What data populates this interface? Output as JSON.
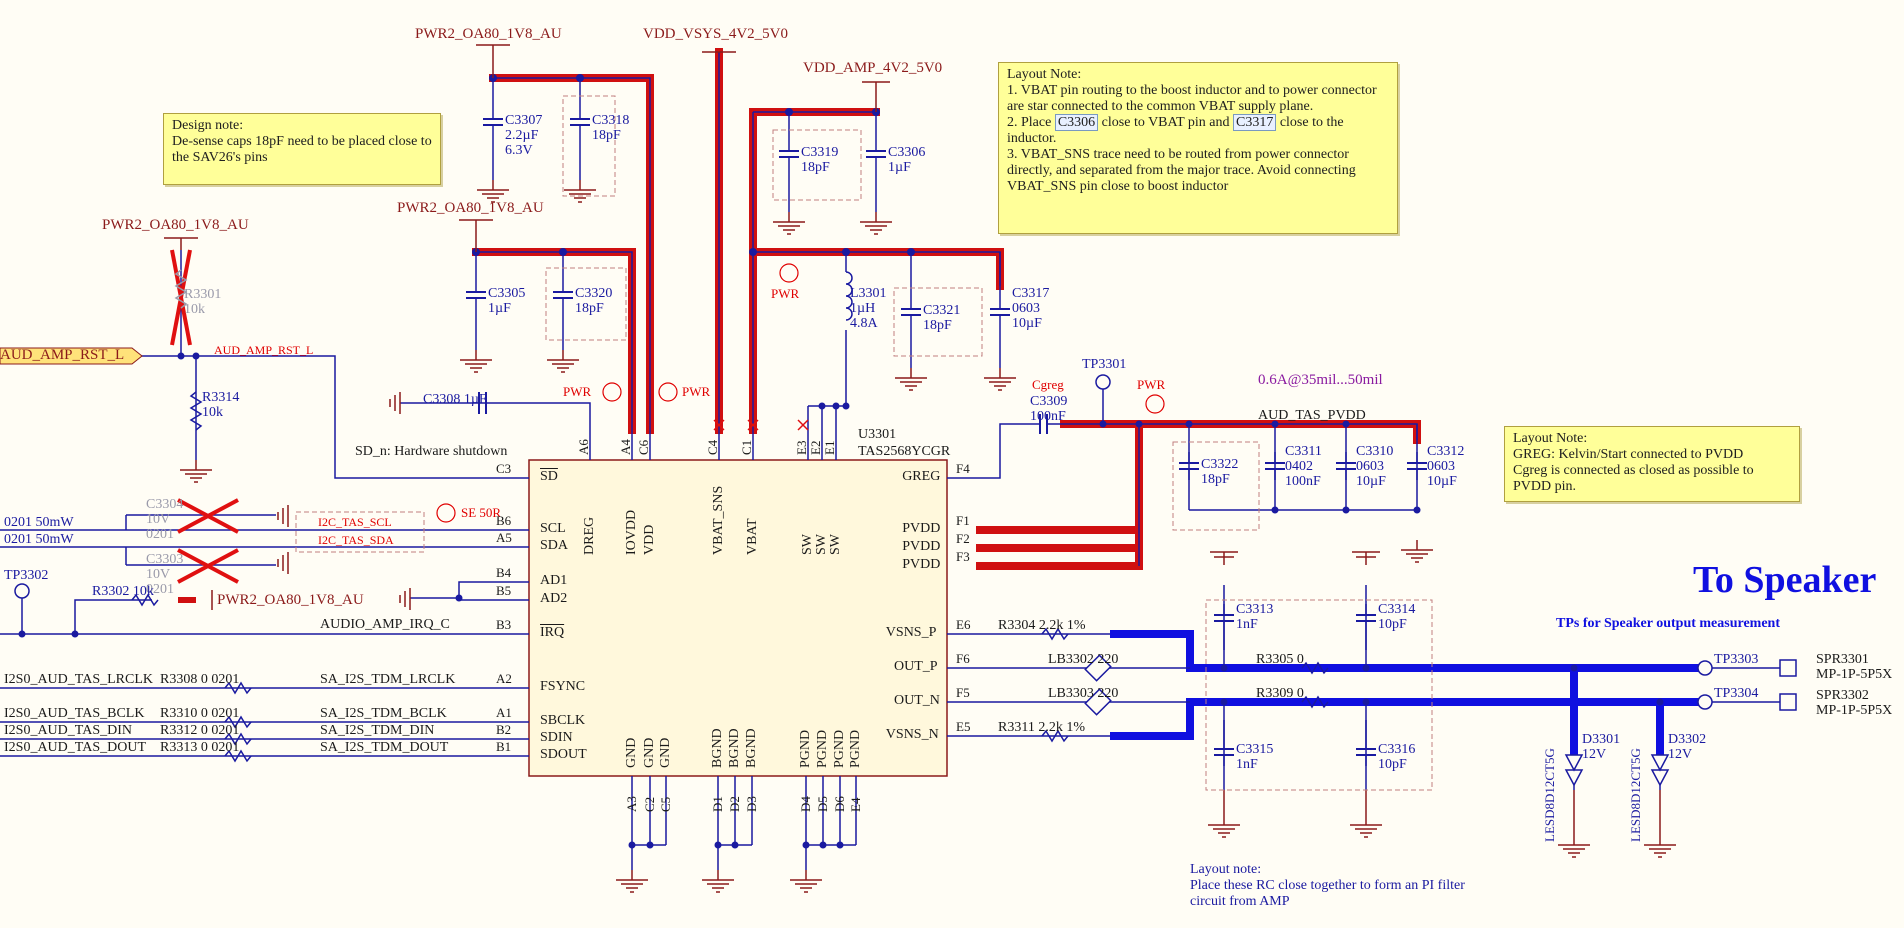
{
  "nets": {
    "pwr_oa80_top": "PWR2_OA80_1V8_AU",
    "vdd_vsys": "VDD_VSYS_4V2_5V0",
    "vdd_amp": "VDD_AMP_4V2_5V0",
    "pwr_oa80_mid": "PWR2_OA80_1V8_AU",
    "pwr_oa80_left": "PWR2_OA80_1V8_AU",
    "pwr_oa80_irq": "PWR2_OA80_1V8_AU",
    "aud_amp_rst": "AUD_AMP_RST_L",
    "aud_amp_rst2": "AUD_AMP_RST_L",
    "aud_tas_pvdd": "AUD_TAS_PVDD",
    "audio_amp_irq": "AUDIO_AMP_IRQ_C",
    "i2c_scl": "I2C_TAS_SCL",
    "i2c_sda": "I2C_TAS_SDA",
    "sd_n": "SD_n: Hardware shutdown",
    "i2s_lrclk": "I2S0_AUD_TAS_LRCLK",
    "i2s_bclk": "I2S0_AUD_TAS_BCLK",
    "i2s_din": "I2S0_AUD_TAS_DIN",
    "i2s_dout": "I2S0_AUD_TAS_DOUT",
    "sa_lrclk": "SA_I2S_TDM_LRCLK",
    "sa_bclk": "SA_I2S_TDM_BCLK",
    "sa_din": "SA_I2S_TDM_DIN",
    "sa_dout": "SA_I2S_TDM_DOUT",
    "r0201a": "0201 50mW",
    "r0201b": "0201 50mW",
    "current": "0.6A@35mil...50mil",
    "se50": "SE 50R",
    "pwr1": "PWR",
    "pwr2": "PWR",
    "pwr3": "PWR",
    "pwr4": "PWR",
    "cgreg": "Cgreg"
  },
  "notes": {
    "design": "Design note:\nDe-sense caps 18pF need to be placed close to the SAV26's pins",
    "layout1_a": "Layout Note:\n1. VBAT pin routing to the boost inductor and to power connector are star connected to the common VBAT supply plane.\n2. Place ",
    "layout1_c3306": "C3306",
    "layout1_b": " close to VBAT pin and ",
    "layout1_c3317": "C3317",
    "layout1_c": " close to the inductor.\n3. VBAT_SNS trace need to be routed from power connector directly, and separated from the major trace. Avoid connecting VBAT_SNS pin close to boost inductor",
    "layout2": "Layout Note:\nGREG: Kelvin/Start connected to PVDD\nCgreg is connected as closed as possible to PVDD pin.",
    "layout3": "Layout note:\nPlace these RC close together to form an PI filter circuit from AMP"
  },
  "titles": {
    "to_speaker": "To Speaker",
    "tps_note": "TPs for Speaker output measurement"
  },
  "ic": {
    "ref": "U3301",
    "part": "TAS2568YCGR",
    "left_pins": [
      {
        "num": "C3",
        "name": "SD"
      },
      {
        "num": "B6",
        "name": "SCL"
      },
      {
        "num": "A5",
        "name": "SDA"
      },
      {
        "num": "B4",
        "name": "AD1"
      },
      {
        "num": "B5",
        "name": "AD2"
      },
      {
        "num": "B3",
        "name": "IRQ"
      },
      {
        "num": "A2",
        "name": "FSYNC"
      },
      {
        "num": "A1",
        "name": "SBCLK"
      },
      {
        "num": "B2",
        "name": "SDIN"
      },
      {
        "num": "B1",
        "name": "SDOUT"
      }
    ],
    "top_pins": [
      {
        "num": "A6",
        "name": "DREG"
      },
      {
        "num": "A4",
        "name": "IOVDD"
      },
      {
        "num": "C6",
        "name": "VDD"
      },
      {
        "num": "C4",
        "name": "VBAT_SNS"
      },
      {
        "num": "C1",
        "name": "VBAT"
      },
      {
        "num": "E3",
        "name": "SW"
      },
      {
        "num": "E2",
        "name": "SW"
      },
      {
        "num": "E1",
        "name": "SW"
      }
    ],
    "right_pins": [
      {
        "num": "F4",
        "name": "GREG"
      },
      {
        "num": "F1",
        "name": "PVDD"
      },
      {
        "num": "F2",
        "name": "PVDD"
      },
      {
        "num": "F3",
        "name": "PVDD"
      },
      {
        "num": "E6",
        "name": "VSNS_P"
      },
      {
        "num": "F6",
        "name": "OUT_P"
      },
      {
        "num": "F5",
        "name": "OUT_N"
      },
      {
        "num": "E5",
        "name": "VSNS_N"
      }
    ],
    "bottom_pins": [
      {
        "num": "A3",
        "name": "GND"
      },
      {
        "num": "C2",
        "name": "GND"
      },
      {
        "num": "C5",
        "name": "GND"
      },
      {
        "num": "D1",
        "name": "BGND"
      },
      {
        "num": "D2",
        "name": "BGND"
      },
      {
        "num": "D3",
        "name": "BGND"
      },
      {
        "num": "D4",
        "name": "PGND"
      },
      {
        "num": "D5",
        "name": "PGND"
      },
      {
        "num": "D6",
        "name": "PGND"
      },
      {
        "num": "E4",
        "name": "PGND"
      }
    ]
  },
  "parts": {
    "c3307": [
      "C3307",
      "2.2µF",
      "6.3V"
    ],
    "c3318": [
      "C3318",
      "18pF"
    ],
    "c3319": [
      "C3319",
      "18pF"
    ],
    "c3306": [
      "C3306",
      "1µF"
    ],
    "c3305": [
      "C3305",
      "1µF"
    ],
    "c3320": [
      "C3320",
      "18pF"
    ],
    "c3308": [
      "C3308",
      "1µF"
    ],
    "l3301": [
      "L3301",
      "1µH",
      "4.8A"
    ],
    "c3321": [
      "C3321",
      "18pF"
    ],
    "c3317": [
      "C3317",
      "0603",
      "10µF"
    ],
    "c3309": [
      "C3309",
      "100nF"
    ],
    "tp3301": "TP3301",
    "c3322": [
      "C3322",
      "18pF"
    ],
    "c3311": [
      "C3311",
      "0402",
      "100nF"
    ],
    "c3310": [
      "C3310",
      "0603",
      "10µF"
    ],
    "c3312": [
      "C3312",
      "0603",
      "10µF"
    ],
    "r3301": [
      "R3301",
      "10k"
    ],
    "r3314": [
      "R3314",
      "10k"
    ],
    "c3304": [
      "C3304",
      "10V",
      "0201"
    ],
    "c3303": [
      "C3303",
      "10V",
      "0201"
    ],
    "tp3302": "TP3302",
    "r3302": [
      "R3302",
      "10k"
    ],
    "r3308": [
      "R3308",
      "0",
      "0201"
    ],
    "r3310": [
      "R3310",
      "0",
      "0201"
    ],
    "r3312": [
      "R3312",
      "0",
      "0201"
    ],
    "r3313": [
      "R3313",
      "0",
      "0201"
    ],
    "r3304": [
      "R3304",
      "2.2k",
      "1%"
    ],
    "r3311": [
      "R3311",
      "2.2k",
      "1%"
    ],
    "lb3302": [
      "LB3302",
      "220"
    ],
    "lb3303": [
      "LB3303",
      "220"
    ],
    "r3305": [
      "R3305",
      "0"
    ],
    "r3309": [
      "R3309",
      "0"
    ],
    "c3313": [
      "C3313",
      "1nF"
    ],
    "c3314": [
      "C3314",
      "10pF"
    ],
    "c3315": [
      "C3315",
      "1nF"
    ],
    "c3316": [
      "C3316",
      "10pF"
    ],
    "tp3303": "TP3303",
    "tp3304": "TP3304",
    "spr3301": [
      "SPR3301",
      "MP-1P-5P5X"
    ],
    "spr3302": [
      "SPR3302",
      "MP-1P-5P5X"
    ],
    "d3301": [
      "D3301",
      "12V",
      "LESD8D12CT5G"
    ],
    "d3302": [
      "D3302",
      "12V",
      "LESD8D12CT5G"
    ]
  }
}
